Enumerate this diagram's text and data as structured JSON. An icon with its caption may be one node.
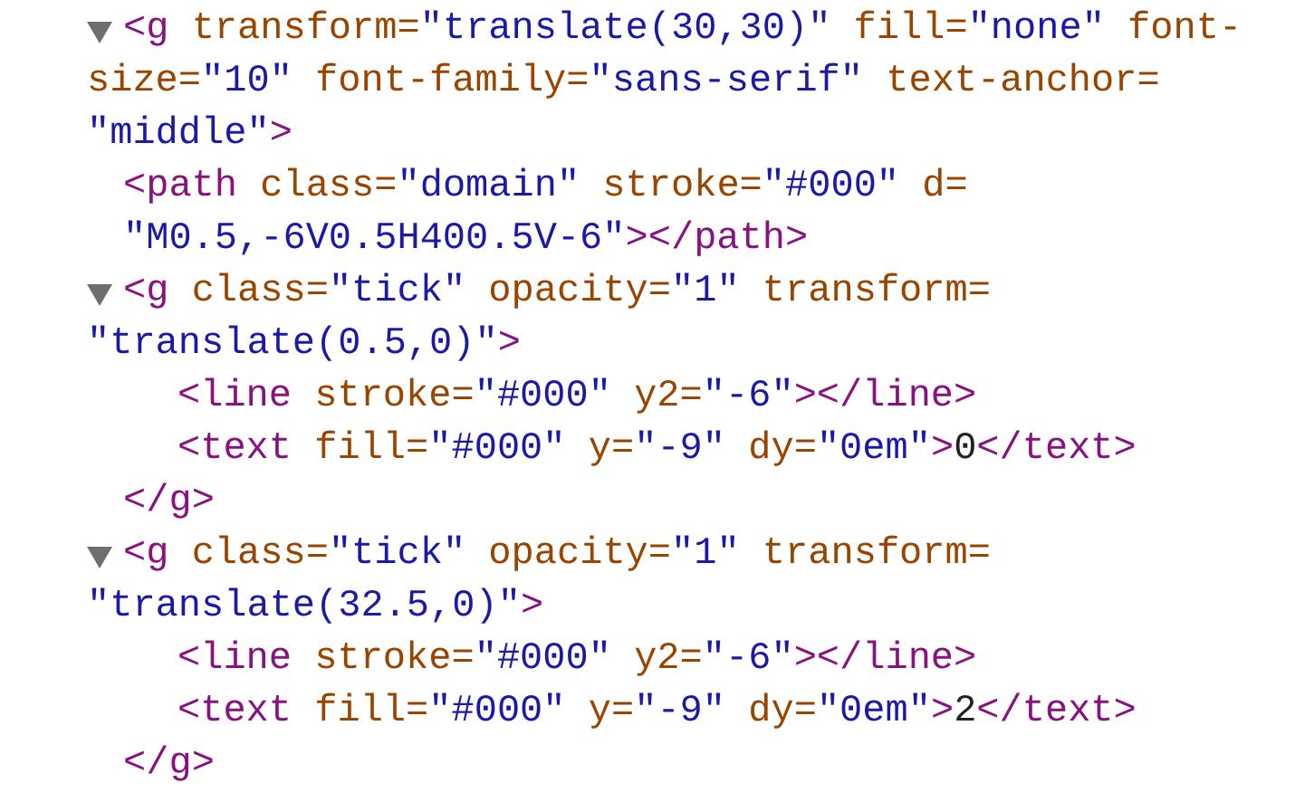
{
  "diagram": {
    "labels": [
      "<g transform=\"translate(30,30)\" fill=\"none\" font-",
      "size=\"10\" font-family=\"sans-serif\" text-anchor=",
      "\"middle\">",
      "<path class=\"domain\" stroke=\"#000\" d=",
      "\"M0.5,-6V0.5H400.5V-6\"></path>",
      "<g class=\"tick\" opacity=\"1\" transform=",
      "\"translate(0.5,0)\">",
      "<line stroke=\"#000\" y2=\"-6\"></line>",
      "<text fill=\"#000\" y=\"-9\" dy=\"0em\">0</text>",
      "</g>",
      "<g class=\"tick\" opacity=\"1\" transform=",
      "\"translate(32.5,0)\">",
      "<line stroke=\"#000\" y2=\"-6\"></line>",
      "<text fill=\"#000\" y=\"-9\" dy=\"0em\">2</text>",
      "</g>"
    ]
  }
}
